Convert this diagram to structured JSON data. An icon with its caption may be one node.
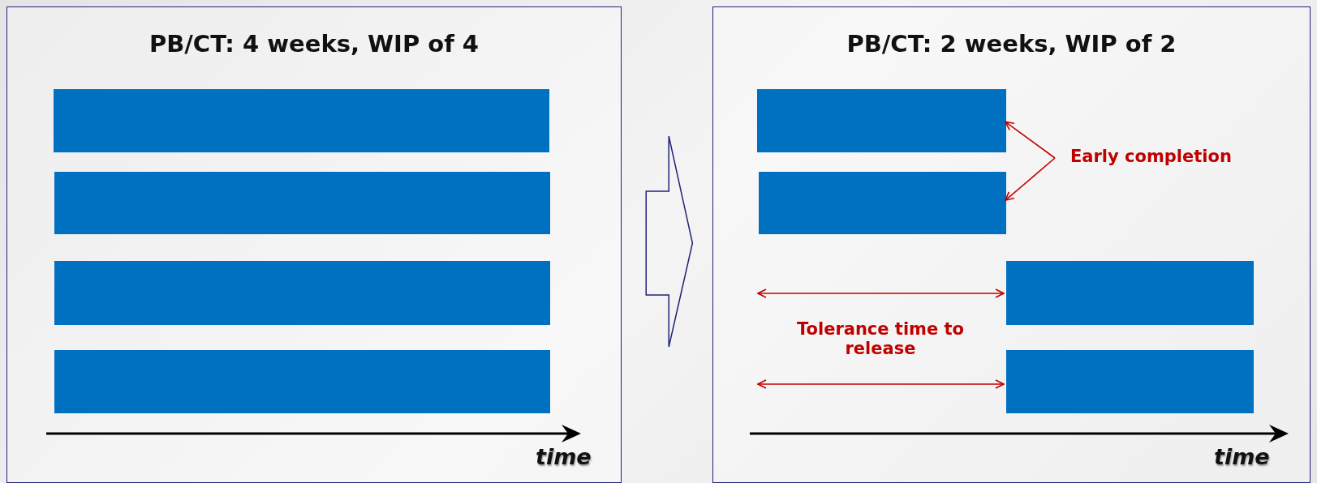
{
  "diagram": {
    "nodes": [
      {
        "text": [
          "PB/CT: 4 weeks, WIP of 4"
        ]
      },
      {
        "text": [],
        "shape": "bar",
        "in": 0
      },
      {
        "text": [],
        "shape": "bar",
        "in": 0
      },
      {
        "text": [],
        "shape": "bar",
        "in": 0
      },
      {
        "text": [],
        "shape": "bar",
        "in": 0
      },
      {
        "text": [
          "PB/CT: 2 weeks, WIP of 2"
        ]
      },
      {
        "text": [],
        "shape": "bar",
        "in": 5
      },
      {
        "text": [],
        "shape": "bar",
        "in": 5
      },
      {
        "text": [],
        "shape": "bar",
        "in": 5
      },
      {
        "text": [],
        "shape": "bar",
        "in": 5
      },
      {
        "text": [
          "Early completion"
        ],
        "in": 5
      }
    ],
    "edges": [
      {
        "from": 0,
        "to": 5,
        "arrow": "to"
      },
      {
        "from": 10,
        "to": 6,
        "arrow": "to",
        "color": "#c00000"
      },
      {
        "from": 10,
        "to": 7,
        "arrow": "to",
        "color": "#c00000"
      }
    ],
    "labels": [
      "time",
      "Tolerance time to release",
      "time"
    ]
  }
}
